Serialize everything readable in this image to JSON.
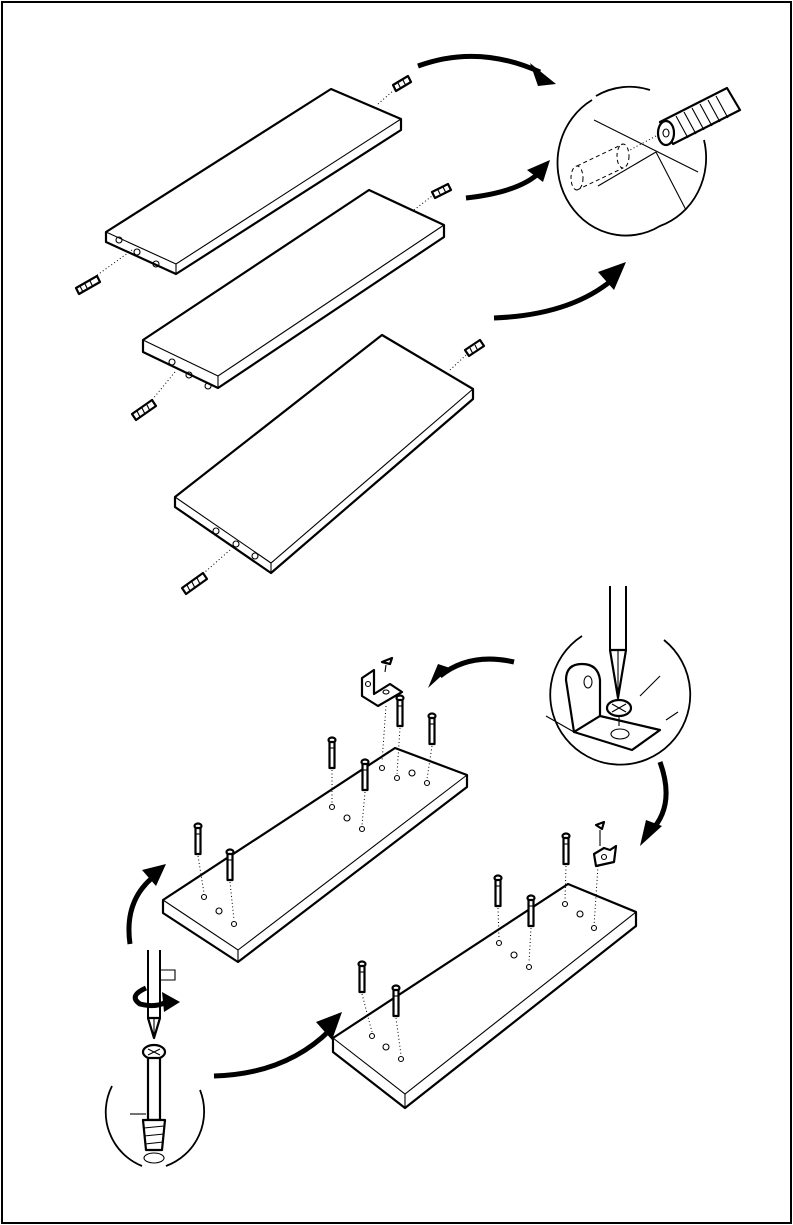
{
  "sheet": {
    "border_color": "#000000",
    "background": "#ffffff"
  },
  "step_upper": {
    "panels": 3,
    "fittings_per_panel": 2,
    "detail_icon": "dowel-insertion-detail"
  },
  "step_lower": {
    "panels": 2,
    "detail_icons": [
      "l-bracket-screw-detail",
      "cam-bolt-screwdriver-detail"
    ]
  }
}
